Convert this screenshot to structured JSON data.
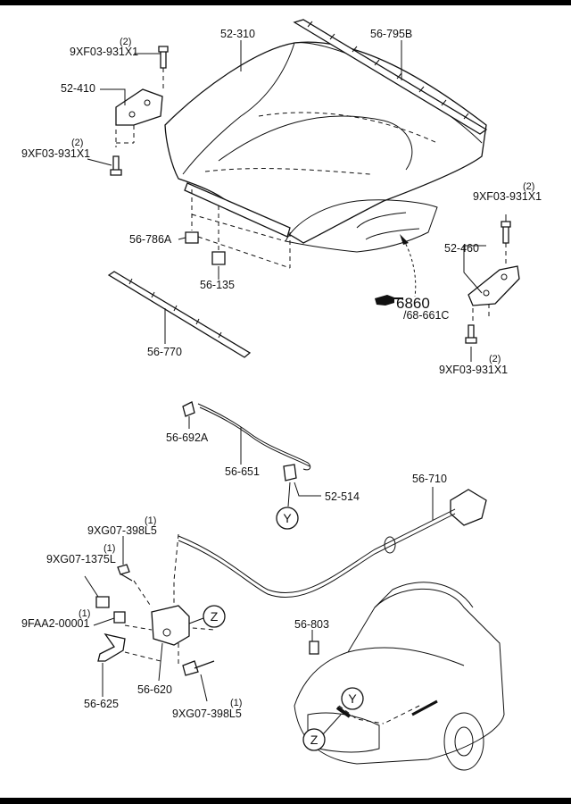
{
  "labels": {
    "hood": "52-310",
    "hood_seal_front": "56-795B",
    "left_hinge": "52-410",
    "left_hinge_bolt_upper": "9XF03-931X1",
    "left_hinge_bolt_upper_qty": "(2)",
    "left_hinge_bolt_lower": "9XF03-931X1",
    "left_hinge_bolt_lower_qty": "(2)",
    "bumper_stop": "56-786A",
    "cushion": "56-135",
    "rear_seal": "56-770",
    "ref_page": "6860",
    "ref_sub": "/68-661C",
    "right_hinge": "52-460",
    "right_hinge_bolt_upper": "9XF03-931X1",
    "right_hinge_bolt_upper_qty": "(2)",
    "right_hinge_bolt_lower": "9XF03-931X1",
    "right_hinge_bolt_lower_qty": "(2)",
    "clip": "56-692A",
    "hood_stay": "56-651",
    "stay_holder": "52-514",
    "release_cable": "56-710",
    "lock_bolt_a": "9XG07-398L5",
    "lock_bolt_a_qty": "(1)",
    "lock_bolt_b": "9XG07-1375L",
    "lock_bolt_b_qty": "(1)",
    "lock_nut": "9FAA2-00001",
    "lock_nut_qty": "(1)",
    "lock_bracket": "56-625",
    "hood_lock": "56-620",
    "lock_bolt_c": "9XG07-398L5",
    "lock_bolt_c_qty": "(1)",
    "bumper_rubber": "56-803"
  },
  "callouts": {
    "y": "Y",
    "z": "Z"
  },
  "icons": {
    "reference": "pointing-hand-icon"
  }
}
